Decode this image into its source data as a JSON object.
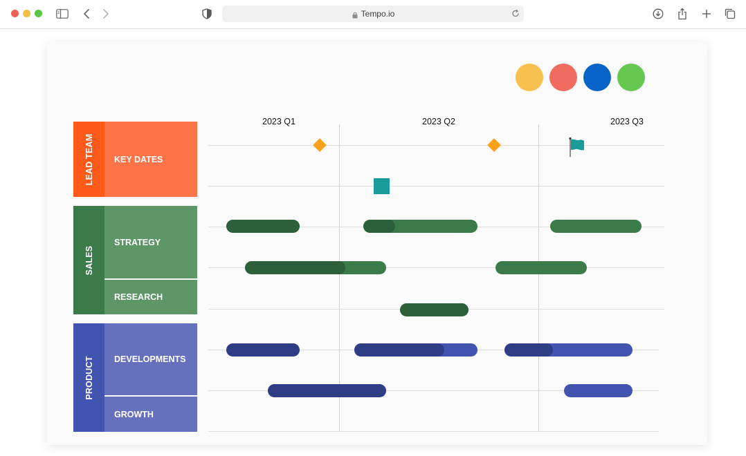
{
  "browser": {
    "url": "Tempo.io",
    "traffic_lights": [
      "#ee5f57",
      "#f3bd3f",
      "#5ec542"
    ],
    "icons": {
      "sidebar": "sidebar-icon",
      "back": "chevron-left-icon",
      "forward": "chevron-right-icon",
      "privacy": "shield-icon",
      "lock": "lock-icon",
      "reload": "reload-icon",
      "download": "download-icon",
      "share": "share-icon",
      "new_tab": "plus-icon",
      "tabs": "tabs-overview-icon"
    }
  },
  "palette": [
    "#f7c150",
    "#ef6a5f",
    "#0a63c9",
    "#67c851"
  ],
  "timeline": {
    "quarters": [
      "2023 Q1",
      "2023 Q2",
      "2023 Q3"
    ]
  },
  "groups": [
    {
      "label": "LEAD TEAM",
      "color": "#ff5a19",
      "categories": [
        {
          "label": "KEY DATES",
          "color": "#ff7349"
        }
      ]
    },
    {
      "label": "SALES",
      "color": "#3a7b49",
      "categories": [
        {
          "label": "STRATEGY",
          "color": "#5e9668"
        },
        {
          "label": "RESEARCH",
          "color": "#5e9668"
        }
      ]
    },
    {
      "label": "PRODUCT",
      "color": "#4253b0",
      "categories": [
        {
          "label": "DEVELOPMENTS",
          "color": "#6671bd"
        },
        {
          "label": "GROWTH",
          "color": "#6671bd"
        }
      ]
    }
  ],
  "milestones": {
    "diamond_color": "#f9a11b",
    "square_color": "#1a9a98",
    "flag_color": "#1a9a98"
  },
  "bars": {
    "sales": [
      {
        "row": 1,
        "start": 0.04,
        "end": 0.2,
        "progress": 1.0
      },
      {
        "row": 1,
        "start": 0.34,
        "end": 0.59,
        "progress": 0.28
      },
      {
        "row": 1,
        "start": 0.75,
        "end": 0.95,
        "progress": 0.0
      },
      {
        "row": 2,
        "start": 0.08,
        "end": 0.39,
        "progress": 0.71
      },
      {
        "row": 2,
        "start": 0.63,
        "end": 0.83,
        "progress": 0.0
      },
      {
        "row": 3,
        "start": 0.42,
        "end": 0.57,
        "progress": 1.0
      }
    ],
    "product": [
      {
        "row": 4,
        "start": 0.04,
        "end": 0.2,
        "progress": 1.0
      },
      {
        "row": 4,
        "start": 0.32,
        "end": 0.59,
        "progress": 0.73
      },
      {
        "row": 4,
        "start": 0.65,
        "end": 0.93,
        "progress": 0.38
      },
      {
        "row": 5,
        "start": 0.13,
        "end": 0.39,
        "progress": 1.0
      },
      {
        "row": 5,
        "start": 0.78,
        "end": 0.93,
        "progress": 0.0
      }
    ]
  }
}
